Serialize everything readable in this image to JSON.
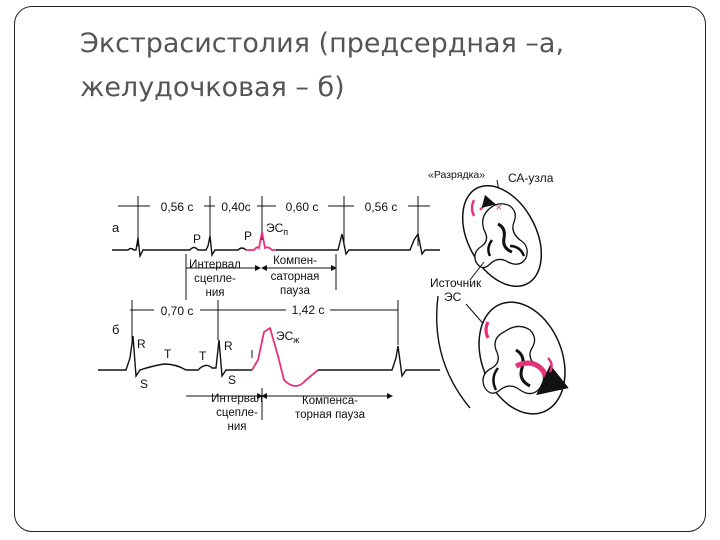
{
  "slide": {
    "title_line1": "Экстрасистолия (предсердная –а,",
    "title_line2": "желудочковая – б)"
  },
  "panel_a": {
    "label": "а",
    "intervals": [
      "0,56 с",
      "0,40с",
      "0,60 с",
      "0,56 с"
    ],
    "waves": [
      "P",
      "P"
    ],
    "extrasystole": "ЭС",
    "extrasystole_sub": "п",
    "coupling_interval": [
      "Интервал",
      "сцепле-",
      "ния"
    ],
    "compensatory_pause": [
      "Компен-",
      "саторная",
      "пауза"
    ]
  },
  "panel_b": {
    "label": "б",
    "intervals": [
      "0,70 с",
      "1,42 с"
    ],
    "waves": [
      "R",
      "T",
      "T",
      "R",
      "S",
      "S"
    ],
    "extrasystole": "ЭС",
    "extrasystole_sub": "ж",
    "coupling_interval": [
      "Интервал",
      "сцепле-",
      "ния"
    ],
    "compensatory_pause": [
      "Компенса-",
      "торная пауза"
    ]
  },
  "heart": {
    "discharge_label": "«Разрядка»",
    "sa_node_label": "СА-узла",
    "source_label": [
      "Источник",
      "ЭС"
    ]
  },
  "colors": {
    "accent": "#e8317a",
    "ink": "#111111",
    "title": "#555555"
  }
}
